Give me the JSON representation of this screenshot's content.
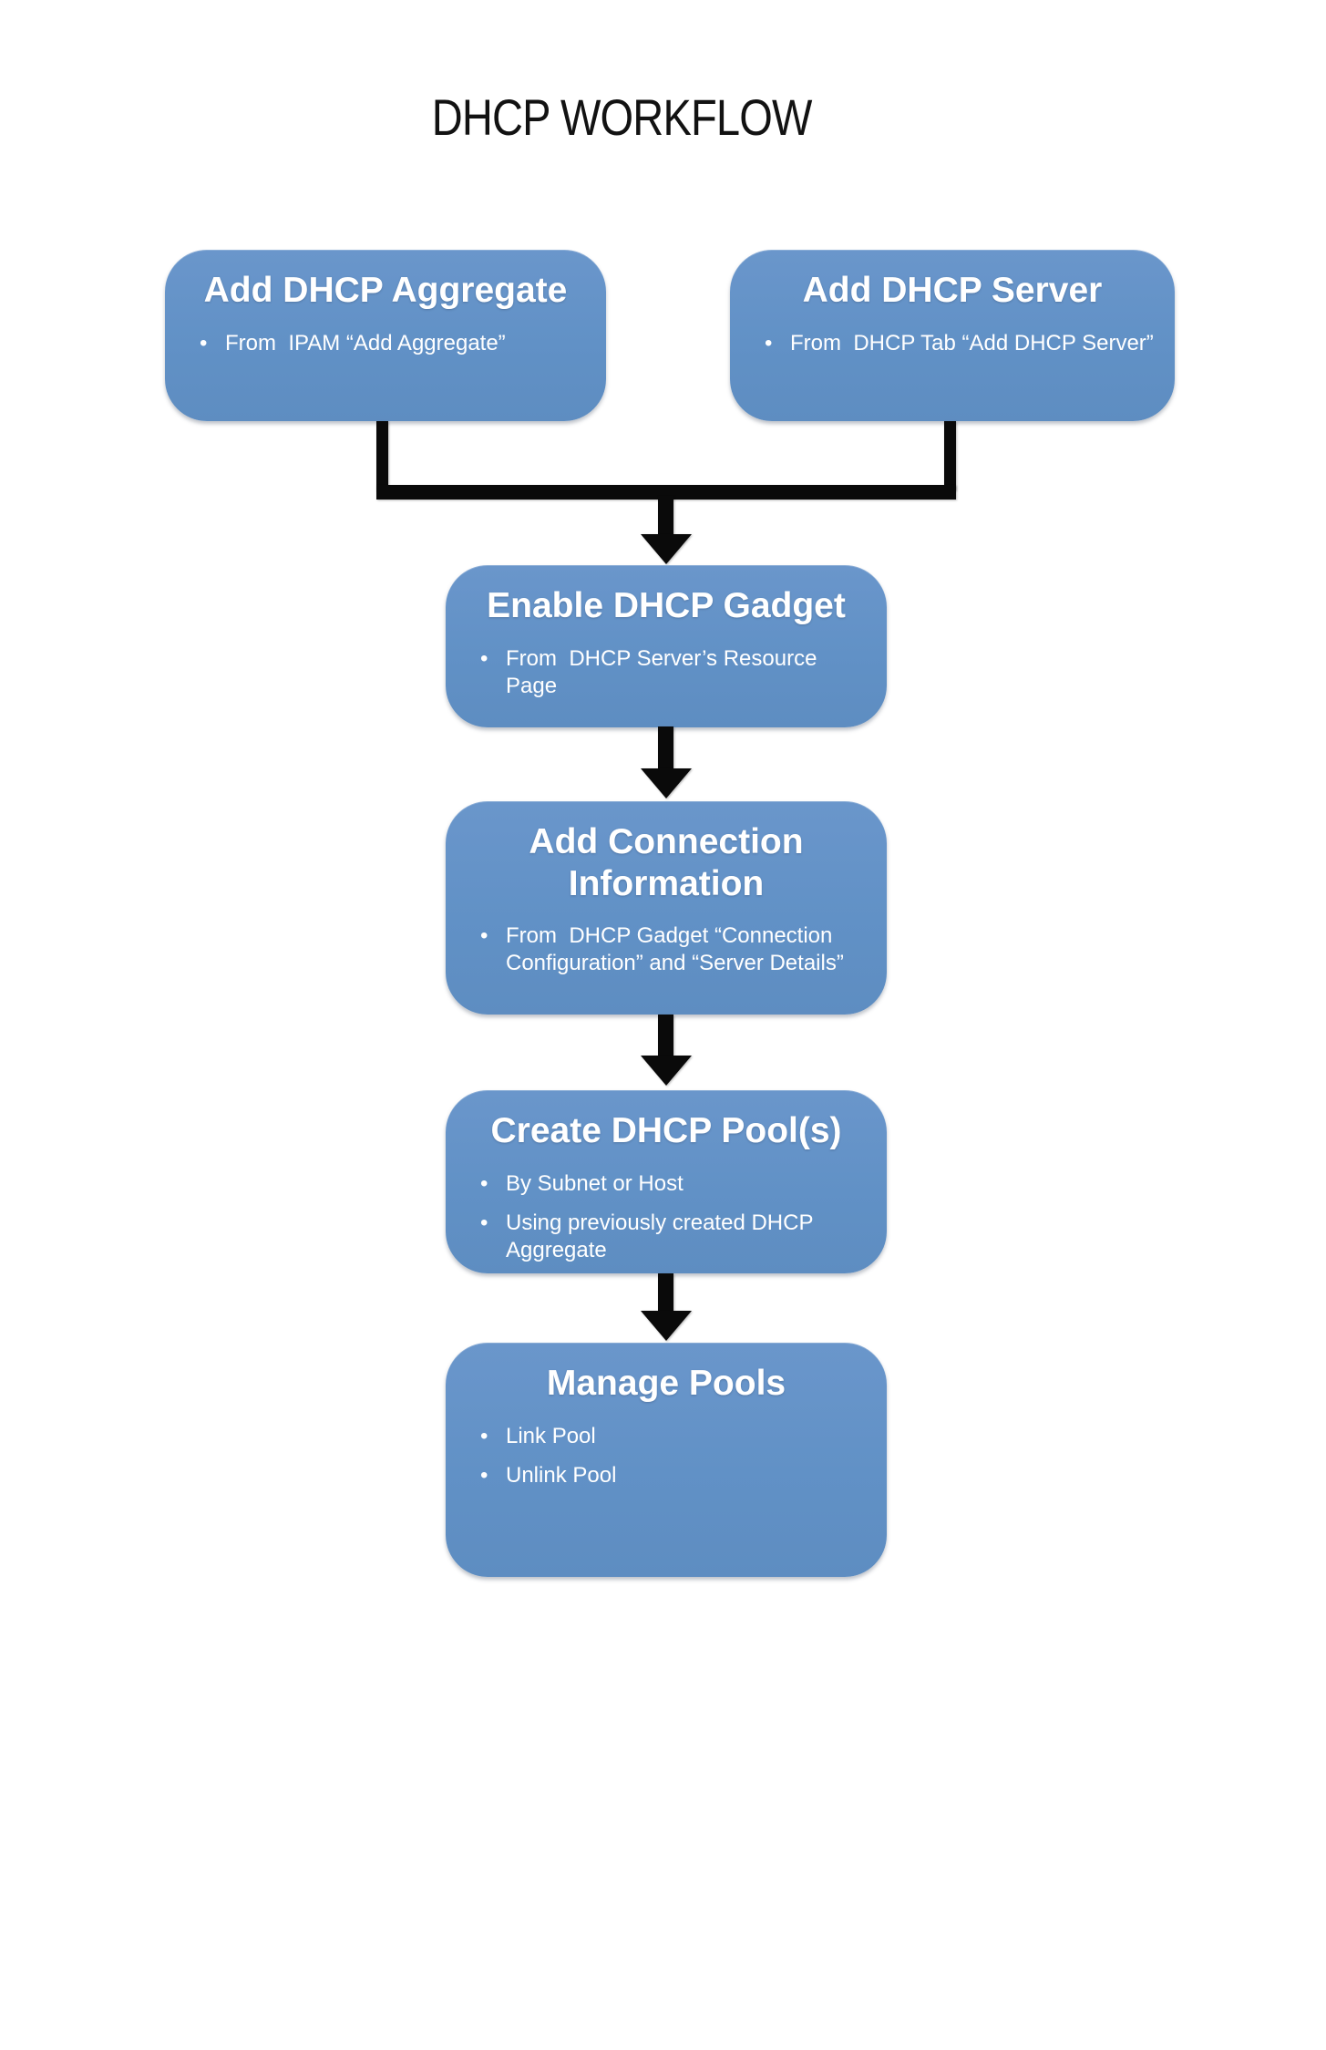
{
  "title": "DHCP WORKFLOW",
  "colors": {
    "node_fill": "#6191c6",
    "node_text": "#ffffff",
    "connector": "#0a0a0a",
    "background": "#ffffff"
  },
  "nodes": [
    {
      "id": "add-dhcp-aggregate",
      "heading": "Add DHCP Aggregate",
      "bullets": [
        "From  IPAM “Add Aggregate”"
      ]
    },
    {
      "id": "add-dhcp-server",
      "heading": "Add DHCP Server",
      "bullets": [
        "From  DHCP Tab “Add DHCP Server”"
      ]
    },
    {
      "id": "enable-dhcp-gadget",
      "heading": "Enable DHCP Gadget",
      "bullets": [
        "From  DHCP Server’s Resource Page"
      ]
    },
    {
      "id": "add-connection-information",
      "heading": "Add Connection Information",
      "bullets": [
        "From  DHCP Gadget “Connection Configuration” and “Server Details”"
      ]
    },
    {
      "id": "create-dhcp-pools",
      "heading": "Create DHCP Pool(s)",
      "bullets": [
        "By Subnet or Host",
        "Using previously created DHCP Aggregate"
      ]
    },
    {
      "id": "manage-pools",
      "heading": "Manage Pools",
      "bullets": [
        "Link Pool",
        "Unlink Pool"
      ]
    }
  ],
  "flow": {
    "merge_sources": [
      "add-dhcp-aggregate",
      "add-dhcp-server"
    ],
    "merge_target": "enable-dhcp-gadget",
    "sequence": [
      "enable-dhcp-gadget",
      "add-connection-information",
      "create-dhcp-pools",
      "manage-pools"
    ]
  }
}
